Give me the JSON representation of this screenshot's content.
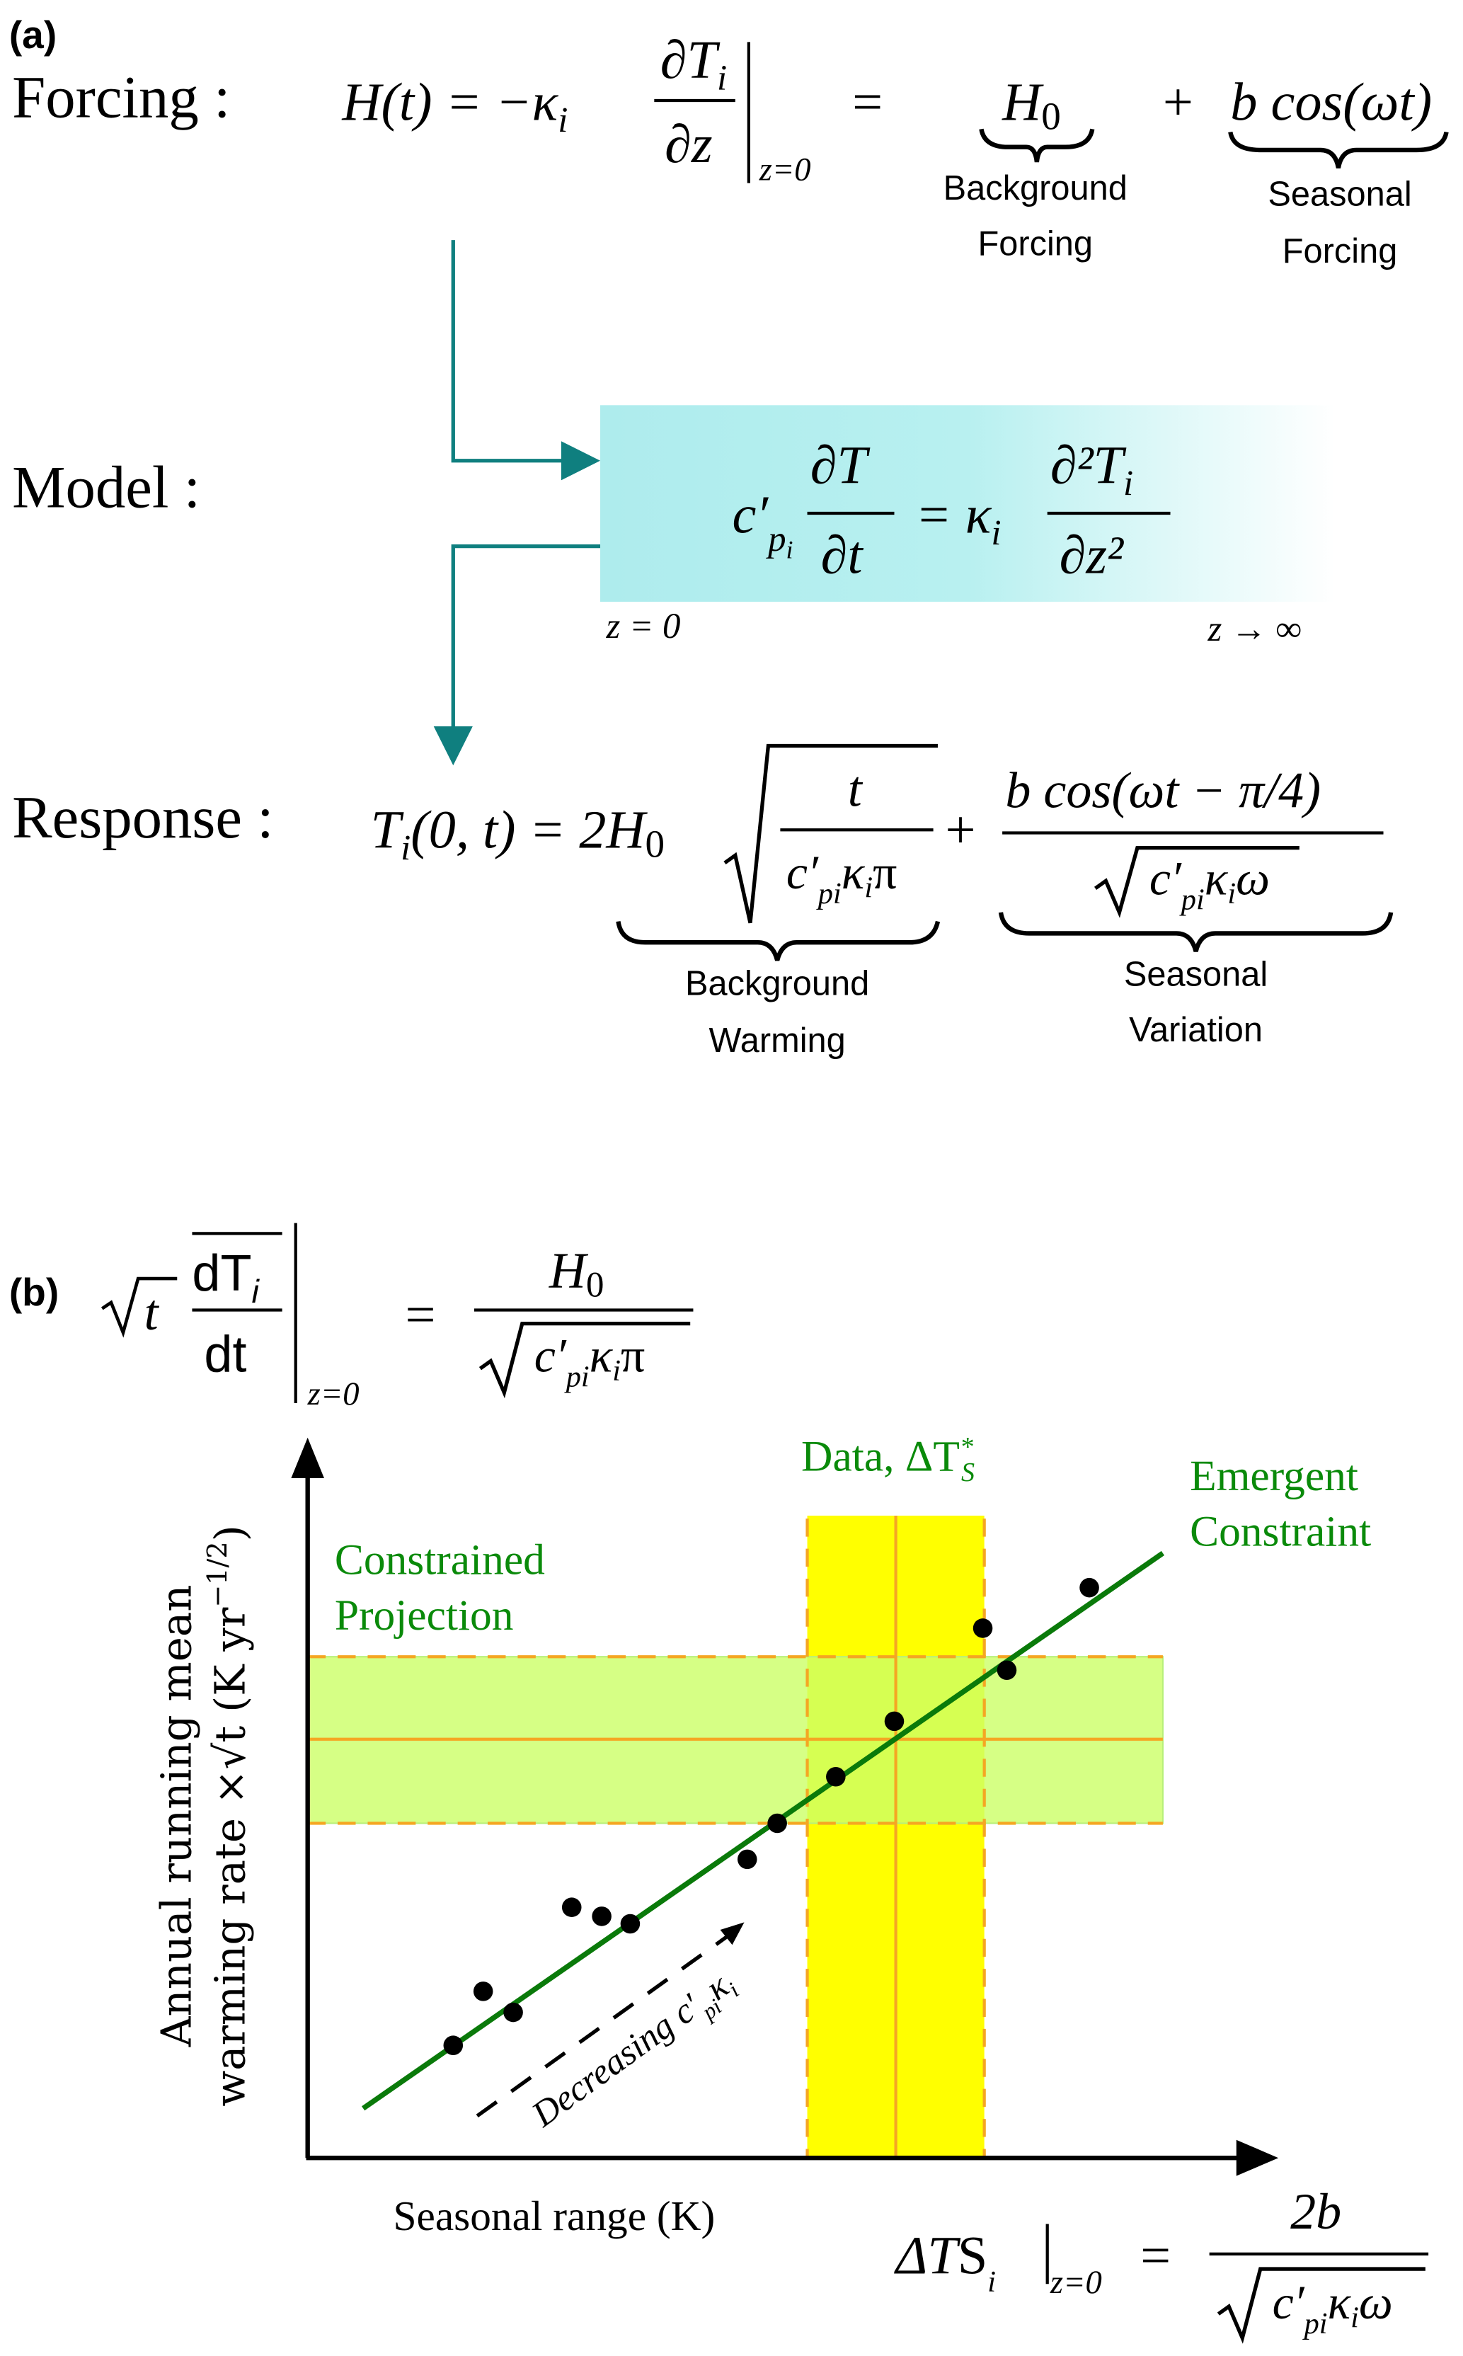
{
  "panel_a": {
    "label": "(a)",
    "forcing": {
      "title": "Forcing :",
      "lhs": "H(t) = −κ",
      "lhs_sub": "i",
      "frac_num": "∂T",
      "frac_num_sub": "i",
      "frac_den": "∂z",
      "eval_at": "z=0",
      "equals": "=",
      "background_term": "H",
      "background_term_sub": "0",
      "background_label_1": "Background",
      "background_label_2": "Forcing",
      "plus": "+",
      "seasonal_term": "b cos(ωt)",
      "seasonal_label_1": "Seasonal",
      "seasonal_label_2": "Forcing"
    },
    "model": {
      "title": "Model :",
      "coef": "c′",
      "coef_sub": "p",
      "coef_sub2": "i",
      "lhs_num": "∂T",
      "lhs_den": "∂t",
      "equals": "= κ",
      "equals_sub": "i",
      "rhs_num": "∂²T",
      "rhs_num_sub": "i",
      "rhs_den": "∂z²",
      "surface_label": "z = 0",
      "depth_label": "z → ∞",
      "box_color": "#aeeced"
    },
    "response": {
      "title": "Response :",
      "lhs": "T",
      "lhs_sub": "i",
      "lhs_rest": "(0, t) = 2H",
      "lhs_rest_sub": "0",
      "frac1_num": "t",
      "frac1_den": "c′",
      "frac1_den_sub": "pi",
      "frac1_den_rest": "κ",
      "frac1_den_rest_sub": "i",
      "frac1_den_end": "π",
      "plus": "+",
      "frac2_num": "b cos(ωt − π/4)",
      "frac2_den": "c′",
      "frac2_den_sub": "pi",
      "frac2_den_rest": "κ",
      "frac2_den_rest_sub": "i",
      "frac2_den_end": "ω",
      "background_label_1": "Background",
      "background_label_2": "Warming",
      "seasonal_label_1": "Seasonal",
      "seasonal_label_2": "Variation"
    },
    "arrow_color": "#0f7f7f"
  },
  "panel_b": {
    "label": "(b)",
    "top_eq": {
      "sqrt_t": "t",
      "num": "dT",
      "num_sub": "i",
      "den": "dt",
      "eval_at": "z=0",
      "equals": "=",
      "rhs_num": "H",
      "rhs_num_sub": "0",
      "rhs_den": "c′",
      "rhs_den_sub": "pi",
      "rhs_den_rest": "κ",
      "rhs_den_rest_sub": "i",
      "rhs_den_end": "π"
    },
    "bottom_eq": {
      "lhs": "ΔT",
      "lhs_s": "S",
      "lhs_sub": "i",
      "eval_at": "z=0",
      "equals": "=",
      "num": "2b",
      "den": "c′",
      "den_sub": "pi",
      "den_rest": "κ",
      "den_rest_sub": "i",
      "den_end": "ω"
    },
    "chart_data": {
      "type": "scatter",
      "xlabel": "Seasonal range (K)",
      "ylabel_line1": "Annual running mean",
      "ylabel_line2": "warming rate ×√t (K yr",
      "ylabel_exp": "−1/2",
      "ylabel_close": ")",
      "grid": false,
      "data_label": "Data, ΔT",
      "data_label_sup": "*",
      "data_label_sub": "S",
      "constraint_label_1": "Emergent",
      "constraint_label_2": "Constraint",
      "projection_label_1": "Constrained",
      "projection_label_2": "Projection",
      "arrow_label": "Decreasing c′",
      "arrow_label_sub": "pi",
      "arrow_label_end": "κ",
      "arrow_label_end_sub": "i",
      "colors": {
        "line": "#0a7a0a",
        "label": "#0a8a0a",
        "data_band": "#ffff00",
        "projection_band": "#ccff66",
        "band_edge": "#f5a623",
        "points": "#000000"
      }
    }
  }
}
